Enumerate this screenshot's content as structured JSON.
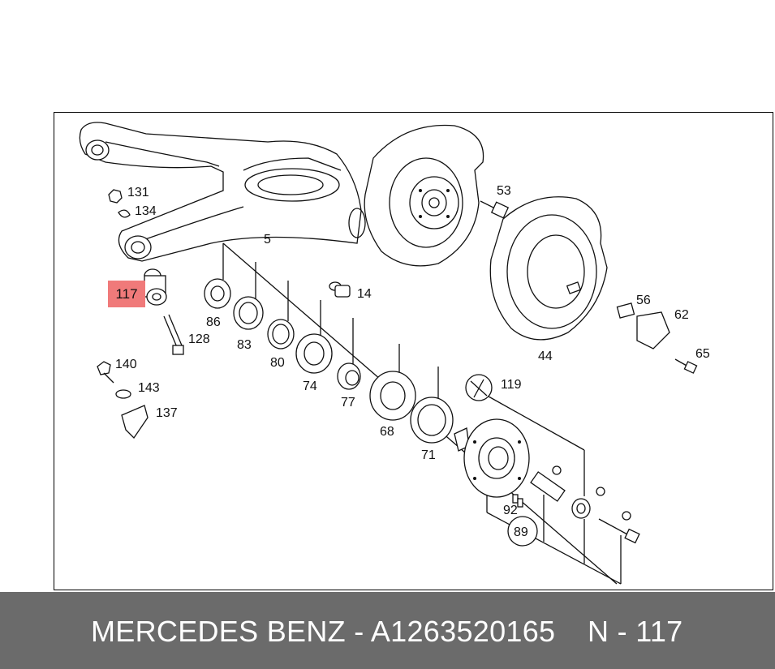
{
  "diagram": {
    "highlight_label": "117",
    "part_labels": [
      {
        "id": "131",
        "text": "131"
      },
      {
        "id": "134",
        "text": "134"
      },
      {
        "id": "5",
        "text": "5"
      },
      {
        "id": "53",
        "text": "53"
      },
      {
        "id": "14",
        "text": "14"
      },
      {
        "id": "86",
        "text": "86"
      },
      {
        "id": "128",
        "text": "128"
      },
      {
        "id": "83",
        "text": "83"
      },
      {
        "id": "80",
        "text": "80"
      },
      {
        "id": "74",
        "text": "74"
      },
      {
        "id": "140",
        "text": "140"
      },
      {
        "id": "143",
        "text": "143"
      },
      {
        "id": "137",
        "text": "137"
      },
      {
        "id": "77",
        "text": "77"
      },
      {
        "id": "68",
        "text": "68"
      },
      {
        "id": "71",
        "text": "71"
      },
      {
        "id": "119",
        "text": "119"
      },
      {
        "id": "56",
        "text": "56"
      },
      {
        "id": "62",
        "text": "62"
      },
      {
        "id": "65",
        "text": "65"
      },
      {
        "id": "44",
        "text": "44"
      },
      {
        "id": "92",
        "text": "92"
      },
      {
        "id": "89",
        "text": "89"
      }
    ]
  },
  "footer": {
    "brand_part": "MERCEDES BENZ - A1263520165",
    "ref": "N - 117"
  }
}
